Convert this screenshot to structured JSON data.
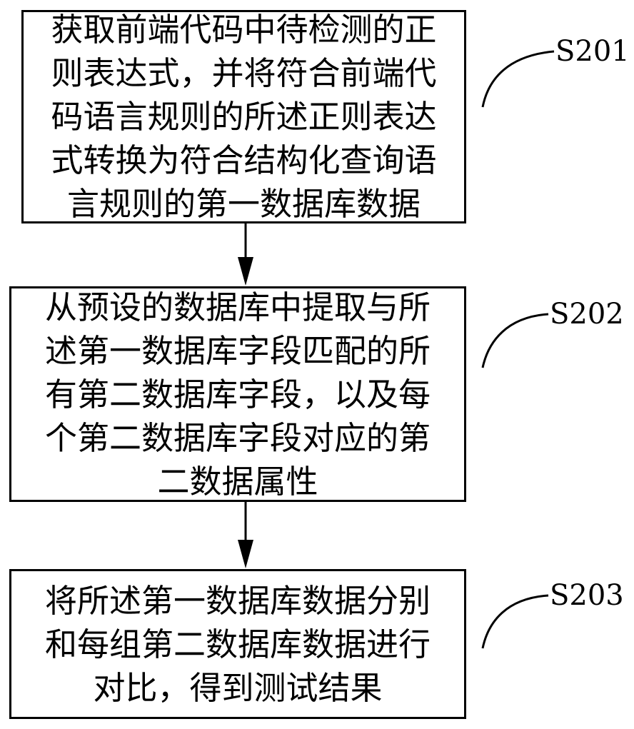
{
  "steps": [
    {
      "id": "S201",
      "text": "获取前端代码中待检测的正\n则表达式，并将符合前端代\n码语言规则的所述正则表达\n式转换为符合结构化查询语\n言规则的第一数据库数据"
    },
    {
      "id": "S202",
      "text": "从预设的数据库中提取与所\n述第一数据库字段匹配的所\n有第二数据库字段，以及每\n个第二数据库字段对应的第\n二数据属性"
    },
    {
      "id": "S203",
      "text": "将所述第一数据库数据分别\n和每组第二数据库数据进行\n对比，得到测试结果"
    }
  ],
  "colors": {
    "line": "#000000",
    "background": "#ffffff"
  }
}
